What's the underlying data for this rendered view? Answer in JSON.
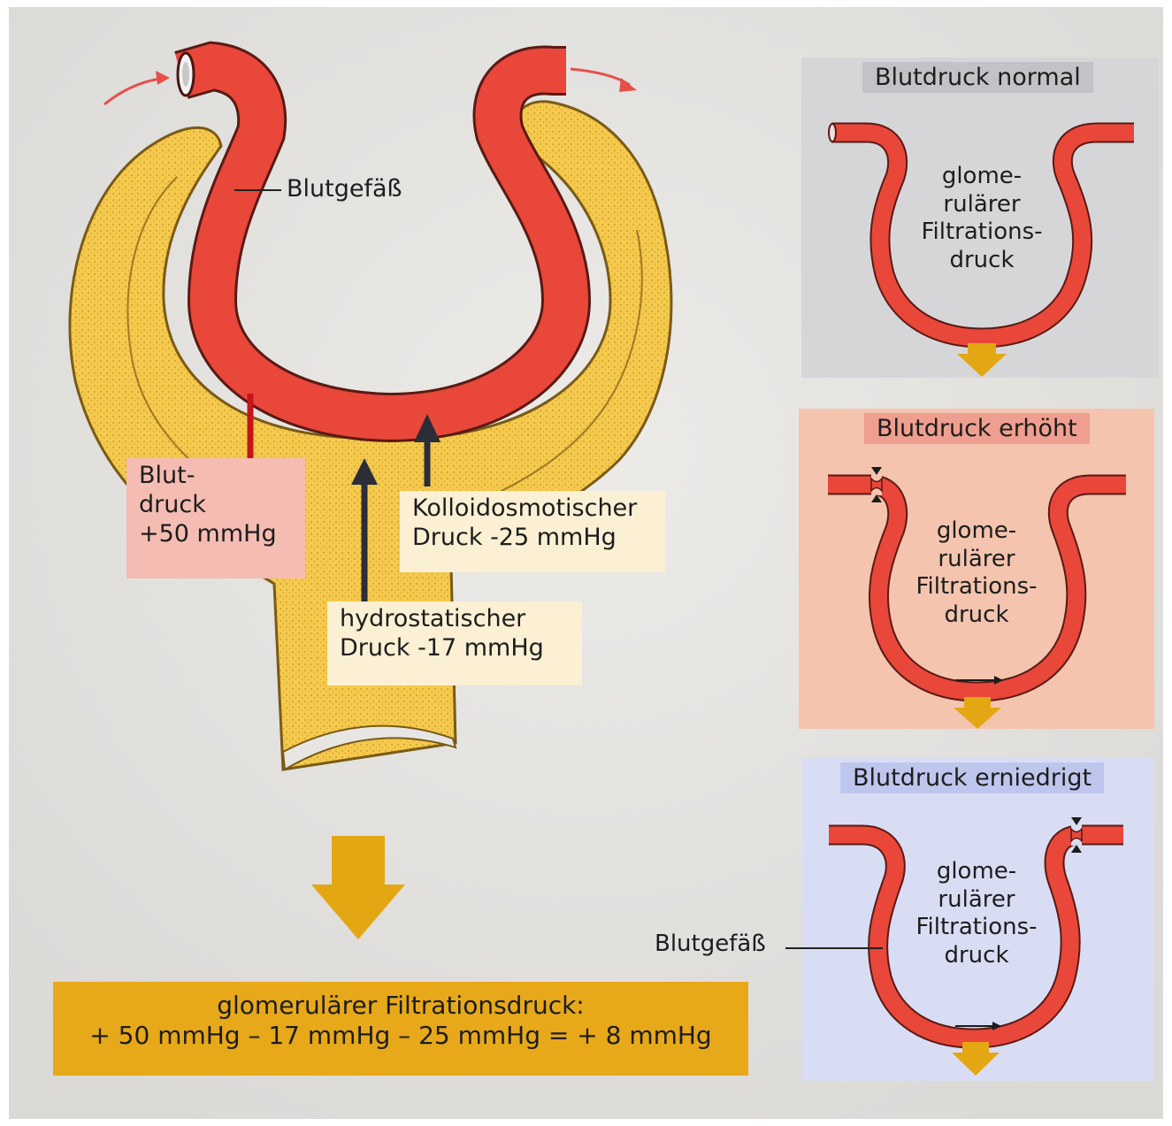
{
  "main": {
    "vessel_label": "Blutgefäß",
    "blood_pressure": [
      "Blut-",
      "druck",
      "+50 mmHg"
    ],
    "colloid_pressure": [
      "Kolloidosmotischer",
      "Druck -25 mmHg"
    ],
    "hydrostatic_pressure": [
      "hydrostatischer",
      "Druck -17 mmHg"
    ]
  },
  "result": {
    "line1": "glomerulärer Filtrationsdruck:",
    "line2": "+ 50 mmHg – 17 mmHg – 25 mmHg = + 8 mmHg"
  },
  "panels": [
    {
      "title": "Blutdruck normal",
      "text": [
        "glome-",
        "rulärer",
        "Filtrations-",
        "druck"
      ],
      "background": "#d9d9db"
    },
    {
      "title": "Blutdruck erhöht",
      "text": [
        "glome-",
        "rulärer",
        "Filtrations-",
        "druck"
      ],
      "background": "#f6c9b4"
    },
    {
      "title": "Blutdruck erniedrigt",
      "text": [
        "glome-",
        "rulärer",
        "Filtrations-",
        "druck"
      ],
      "background": "#dcdff5",
      "vessel_label": "Blutgefäß"
    }
  ],
  "colors": {
    "vessel": "#e8473a",
    "capsule": "#f4c84a",
    "arrow_gold": "#e3a714",
    "result_bg": "#e7a81a"
  }
}
